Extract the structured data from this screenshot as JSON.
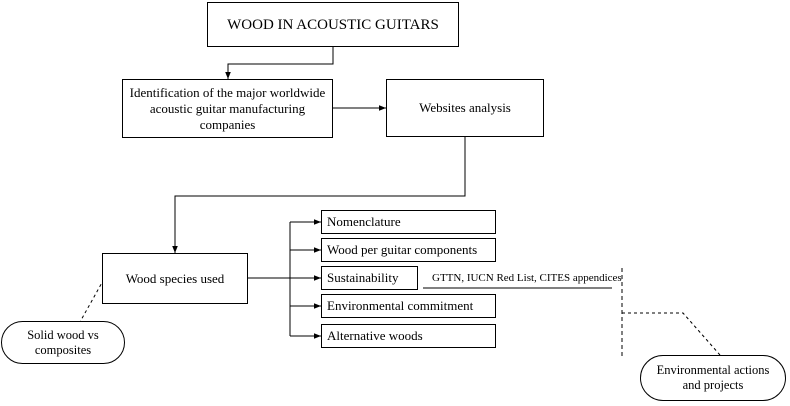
{
  "title": "WOOD IN ACOUSTIC GUITARS",
  "nodes": {
    "identification": "Identification of the major worldwide acoustic guitar manufacturing companies",
    "websites": "Websites analysis",
    "species": "Wood species used",
    "nomenclature": "Nomenclature",
    "components": "Wood per guitar components",
    "sustainability": "Sustainability",
    "commitment": "Environmental commitment",
    "alternative": "Alternative woods"
  },
  "sustainability_note": "GTTN, IUCN Red List, CITES appendices",
  "callouts": {
    "solid_wood": "Solid wood vs composites",
    "environmental_actions": "Environmental actions and projects"
  }
}
